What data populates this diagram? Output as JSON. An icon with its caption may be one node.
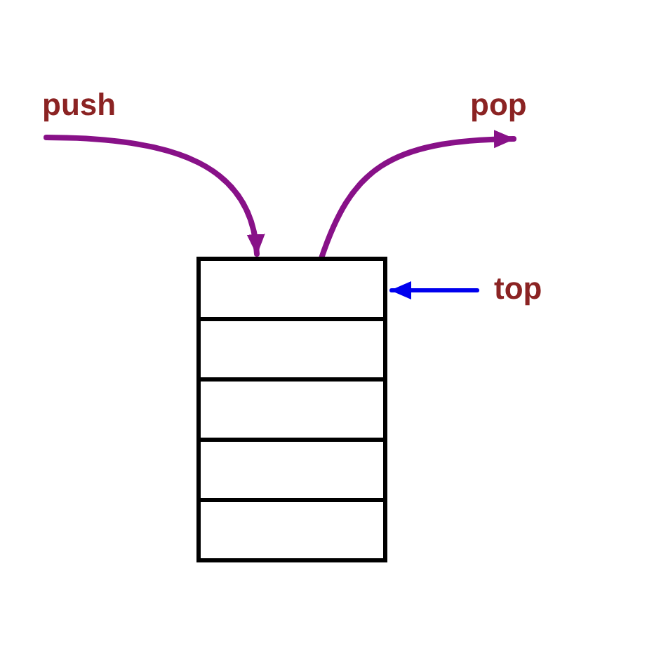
{
  "diagram": {
    "nodes": [
      {
        "text": [
          "push"
        ]
      },
      {
        "text": [
          "pop"
        ]
      },
      {
        "text": [
          "top"
        ]
      },
      {
        "text": [],
        "shape": "box"
      },
      {
        "text": [],
        "shape": "box"
      },
      {
        "text": [],
        "shape": "box"
      },
      {
        "text": [],
        "shape": "box"
      },
      {
        "text": [],
        "shape": "box"
      }
    ],
    "edges": [
      {
        "from": 0,
        "to": 3,
        "arrow": "to"
      },
      {
        "from": 3,
        "to": 1,
        "arrow": "to"
      },
      {
        "from": 2,
        "to": 3,
        "arrow": "to",
        "color": "#0000ee"
      }
    ]
  }
}
